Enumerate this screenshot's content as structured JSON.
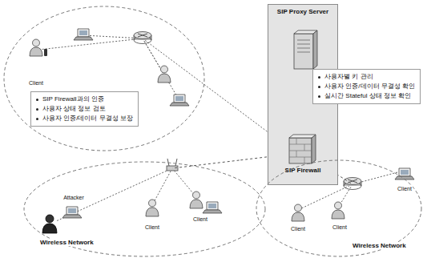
{
  "diagram": {
    "nodes": [
      {
        "text": [
          "SIP Proxy Server"
        ]
      },
      {
        "text": [
          "SIP Firewall"
        ],
        "in": 0
      },
      {
        "text": [
          "SIP Firewall과의 인증",
          "사용자 상태 정보 검토",
          "사용자 인증/데이터 무결성 보장"
        ]
      },
      {
        "text": [
          "사용자별 키 관리",
          "사용자 인증/데이터 무결성 확인",
          "실시간 Stateful 상태 정보 확인"
        ]
      },
      {
        "text": [
          "Wireless Network"
        ]
      },
      {
        "text": [
          "Wireless Network"
        ]
      }
    ],
    "edges": [
      {
        "from": 1,
        "to": 4,
        "arrow": "none"
      },
      {
        "from": 1,
        "to": 5,
        "arrow": "none"
      }
    ],
    "labels": [
      "Client",
      "Attacker",
      "Client",
      "Client",
      "Client",
      "Client",
      "Client"
    ]
  }
}
